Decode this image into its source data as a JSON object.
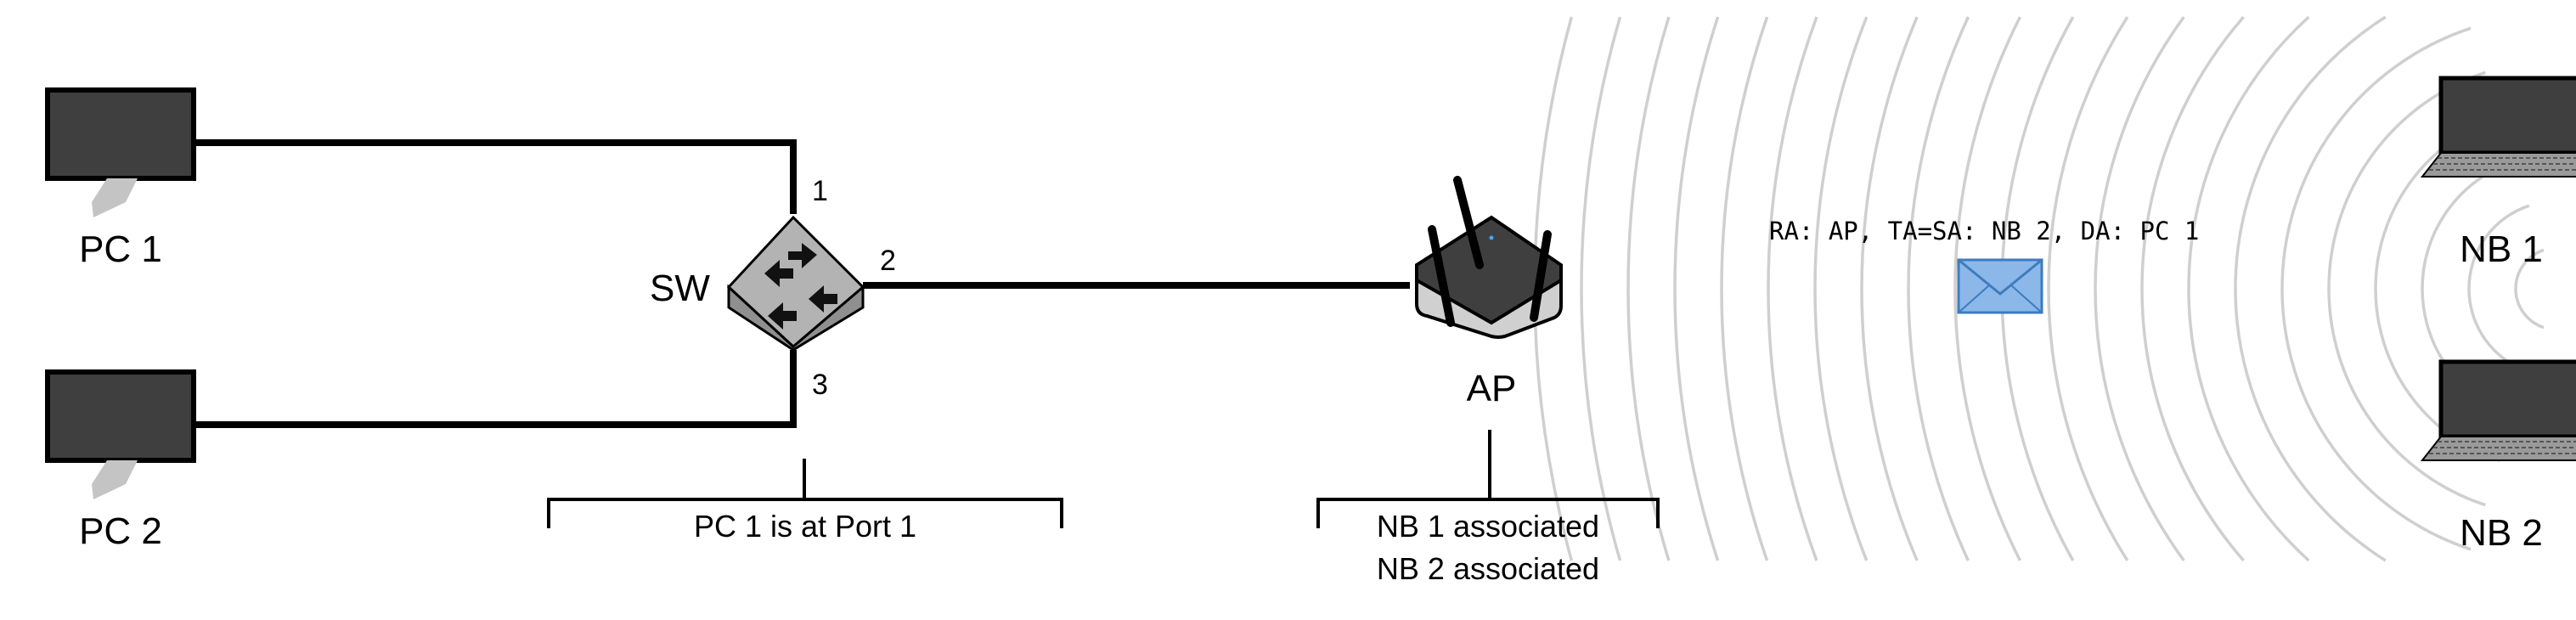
{
  "nodes": {
    "pc1": "PC 1",
    "pc2": "PC 2",
    "switch": "SW",
    "ap": "AP",
    "nb1": "NB 1",
    "nb2": "NB 2"
  },
  "ports": {
    "p1": "1",
    "p2": "2",
    "p3": "3"
  },
  "switch_table": {
    "entries": [
      "PC 1 is at Port 1"
    ]
  },
  "ap_table": {
    "entries": [
      "NB 1 associated",
      "NB 2 associated"
    ]
  },
  "frame": {
    "header": "RA: AP, TA=SA: NB 2, DA: PC 1"
  },
  "icons": {
    "computer": "desktop-monitor-icon",
    "switch": "ethernet-switch-icon",
    "access_point": "wireless-access-point-icon",
    "laptop": "laptop-icon",
    "frame": "envelope-icon"
  },
  "colors": {
    "device_dark": "#3f3f3f",
    "switch_body": "#b3b3b3",
    "envelope": "#8bb8e8",
    "waves": "#cfcfcf"
  }
}
